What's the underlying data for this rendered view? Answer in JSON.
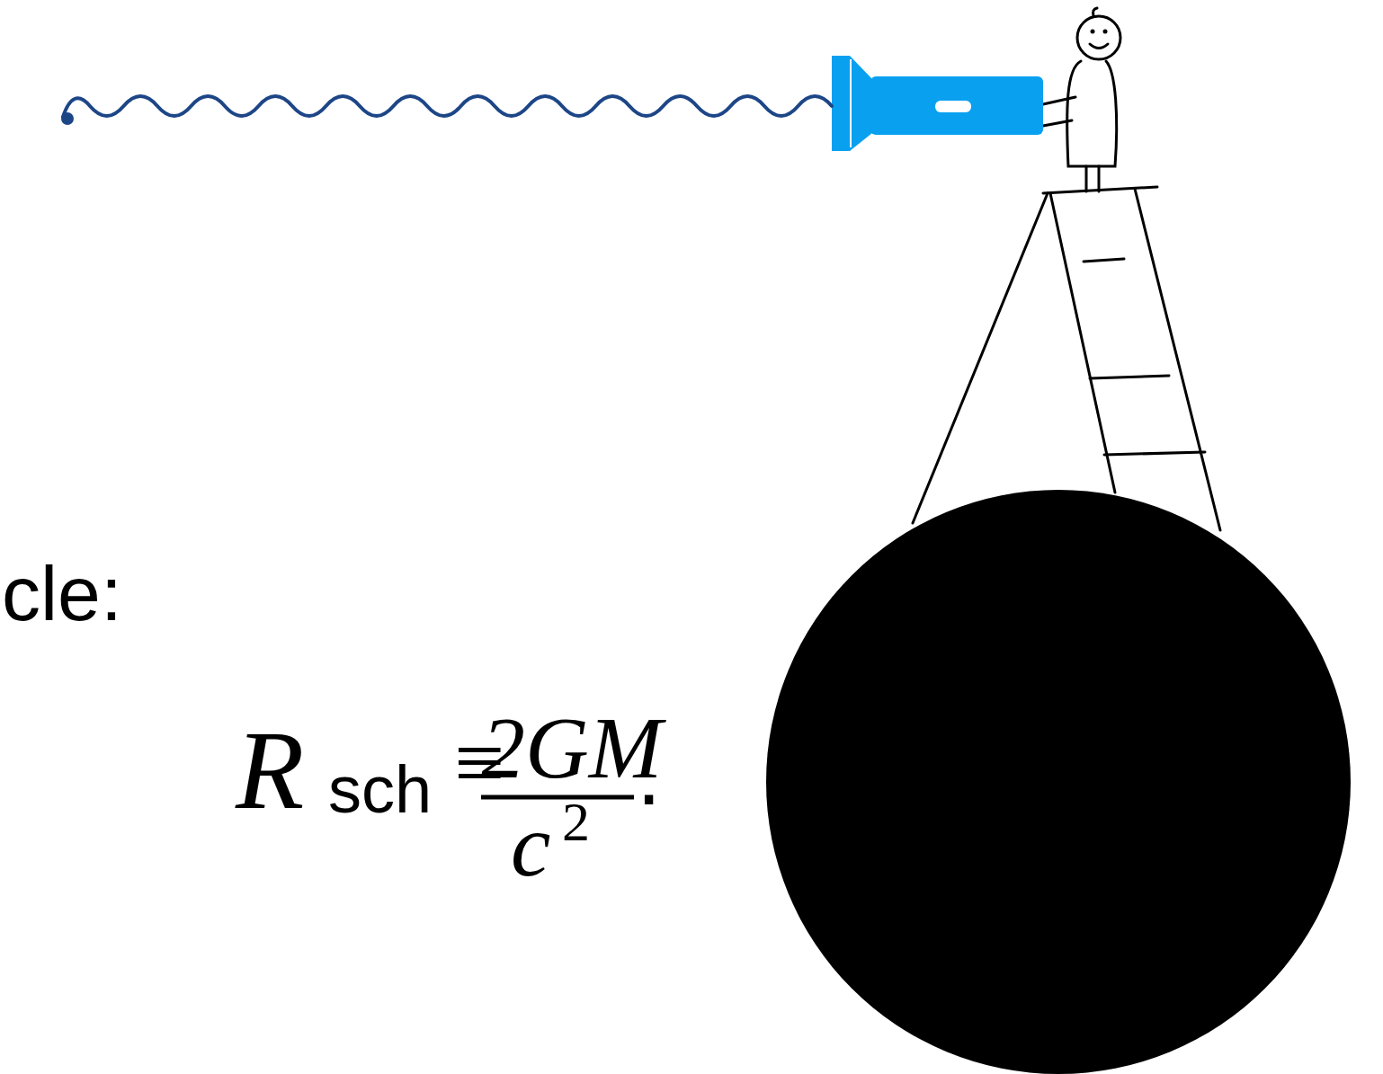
{
  "diagram": {
    "labels": [
      "cle:",
      "R",
      "sch",
      "≡",
      "2GM",
      "c",
      "2",
      "."
    ]
  }
}
